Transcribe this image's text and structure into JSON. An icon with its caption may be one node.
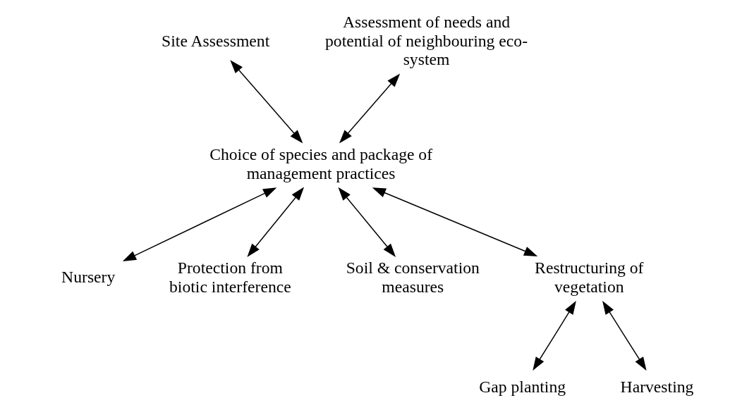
{
  "diagram": {
    "nodes": [
      {
        "text": [
          "Site Assessment"
        ]
      },
      {
        "text": [
          "Assessment of needs and potential of neighbouring eco-system"
        ]
      },
      {
        "text": [
          "Choice of species and package of management practices"
        ]
      },
      {
        "text": [
          "Nursery"
        ]
      },
      {
        "text": [
          "Protection from biotic interference"
        ]
      },
      {
        "text": [
          "Soil & conservation measures"
        ]
      },
      {
        "text": [
          "Restructuring of vegetation"
        ]
      },
      {
        "text": [
          "Gap planting"
        ]
      },
      {
        "text": [
          "Harvesting"
        ]
      }
    ],
    "edges": [
      {
        "from": 0,
        "to": 2,
        "arrow": "both"
      },
      {
        "from": 1,
        "to": 2,
        "arrow": "both"
      },
      {
        "from": 2,
        "to": 3,
        "arrow": "both"
      },
      {
        "from": 2,
        "to": 4,
        "arrow": "both"
      },
      {
        "from": 2,
        "to": 5,
        "arrow": "both"
      },
      {
        "from": 2,
        "to": 6,
        "arrow": "both"
      },
      {
        "from": 6,
        "to": 7,
        "arrow": "both"
      },
      {
        "from": 6,
        "to": 8,
        "arrow": "both"
      }
    ]
  }
}
